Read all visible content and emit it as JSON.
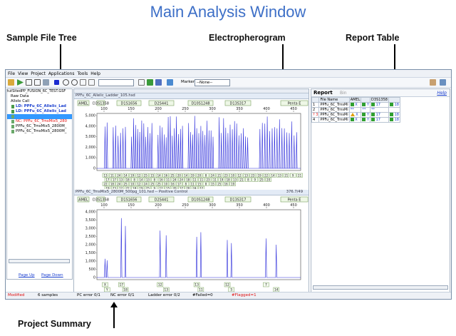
{
  "page_title": "Main Analysis Window",
  "callouts": {
    "sample_tree": "Sample File Tree",
    "electropherogram": "Electropherogram",
    "report_table": "Report Table",
    "project_summary": "Project Summary"
  },
  "menu": [
    "File",
    "View",
    "Project",
    "Applications",
    "Tools",
    "Help"
  ],
  "toolbar": {
    "combo1": "",
    "marker_label": "Marker",
    "marker_value": "--None--"
  },
  "tree": {
    "root": "tutSitedPP_FUSION_6C_TEST.GSF",
    "raw": "Raw Data",
    "allele_call": "Allele Call",
    "items": [
      {
        "label": "LD: PPFu_6C_Allelic_Lad",
        "cls": "ld"
      },
      {
        "label": "LD: PPFu_6C_Allelic_Lad",
        "cls": "ld"
      },
      {
        "label": "",
        "cls": "sel"
      },
      {
        "label": "NC: PPFu_6C_TrnsMix5_280",
        "cls": "nc"
      },
      {
        "label": "PPFu_6C_TrnsMix5_2800M_",
        "cls": "pl"
      },
      {
        "label": "PPFu_6C_TrnsMix5_2800M_",
        "cls": "pl"
      }
    ],
    "page_up": "Page Up",
    "page_down": "Page Down"
  },
  "ep1": {
    "header": "PPFu_6C_Allelic_Ladder_105.hsd",
    "amel": "AMEL",
    "markers": [
      "D3S1358",
      "D1S1656",
      "D2S441",
      "D10S1248",
      "D13S317",
      "Penta E"
    ],
    "x_ticks": [
      "100",
      "150",
      "200",
      "250",
      "300",
      "350",
      "400",
      "450"
    ],
    "y_ticks": [
      "5,000",
      "4,000",
      "3,000",
      "2,000",
      "1,000",
      "0"
    ]
  },
  "ep2": {
    "header": "PPFu_6C_TrnsMix5_2800M_500pg_101.hsd -- Positive Control",
    "right_info": "376.7/49",
    "amel": "AMEL",
    "markers": [
      "D3S1358",
      "D1S1656",
      "D2S441",
      "D10S1248",
      "D13S317",
      "Penta E"
    ],
    "x_ticks": [
      "100",
      "150",
      "200",
      "250",
      "300",
      "350",
      "400",
      "450"
    ],
    "y_ticks": [
      "4,000",
      "3,500",
      "3,000",
      "2,500",
      "2,000",
      "1,500",
      "1,000",
      "500",
      "0"
    ],
    "alleles": [
      "X",
      "Y",
      "17",
      "18",
      "12",
      "13",
      "13",
      "11",
      "12",
      "5",
      "7",
      "14"
    ]
  },
  "report": {
    "title": "Report",
    "bin": "Bin",
    "help": "Help",
    "columns": [
      "",
      "File Name",
      "AMEL",
      "",
      "D3S1358",
      ""
    ],
    "rows": [
      {
        "n": "1",
        "file": "PPFu_6C_TrnsMi",
        "amel": "X",
        "amel2": "Y",
        "d3": "17",
        "d3b": "18"
      },
      {
        "n": "2",
        "file": "PPFu_6C_TrnsMi",
        "amel": "**",
        "amel2": "**",
        "d3": "**",
        "d3b": ""
      },
      {
        "n": "? 3",
        "file": "PPFu_6C_TrnsMi",
        "amel": "X",
        "amel2": "Y",
        "d3": "17",
        "d3b": "18"
      },
      {
        "n": "4",
        "file": "PPFu_6C_TrnsMi",
        "amel": "X",
        "amel2": "Y",
        "d3": "17",
        "d3b": "18"
      }
    ]
  },
  "status": {
    "modified": "Modified",
    "samples": "6 samples",
    "pc_error": "PC error 0/1",
    "nc_error": "NC error 0/1",
    "ladder_error": "Ladder error 0/2",
    "failed": "#Failed=0",
    "flagged": "#Flagged=1"
  },
  "colors": {
    "title": "#3d6fc7",
    "trace": "#2b2bdb",
    "red": "#e01010"
  }
}
